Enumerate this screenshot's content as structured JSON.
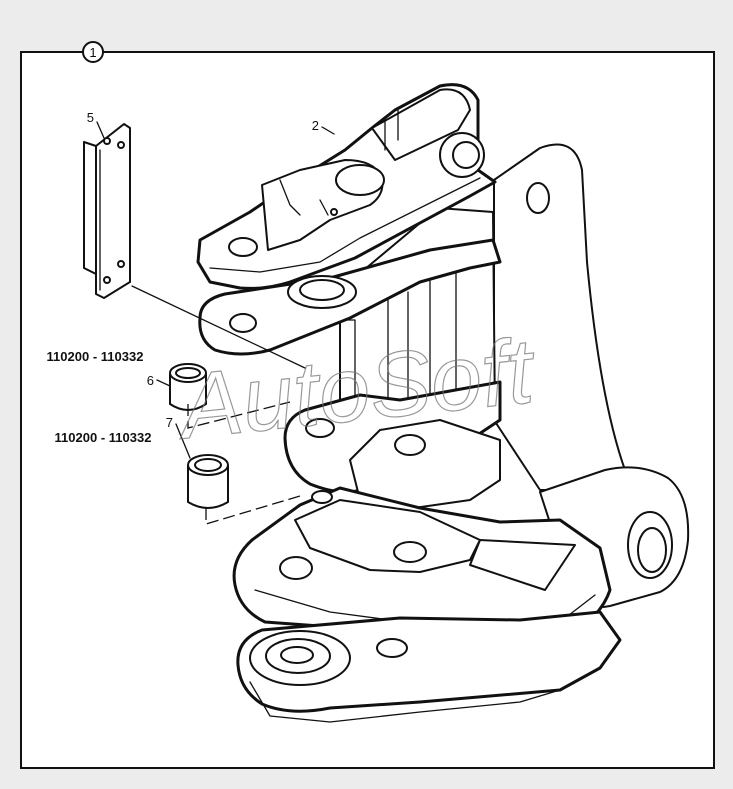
{
  "figure": {
    "callout": "1",
    "watermark": "AutoSoft",
    "parts": [
      {
        "ref": "2"
      },
      {
        "ref": "5"
      },
      {
        "ref": "6",
        "serial_range": "110200 - 110332"
      },
      {
        "ref": "7",
        "serial_range": "110200 - 110332"
      }
    ]
  }
}
